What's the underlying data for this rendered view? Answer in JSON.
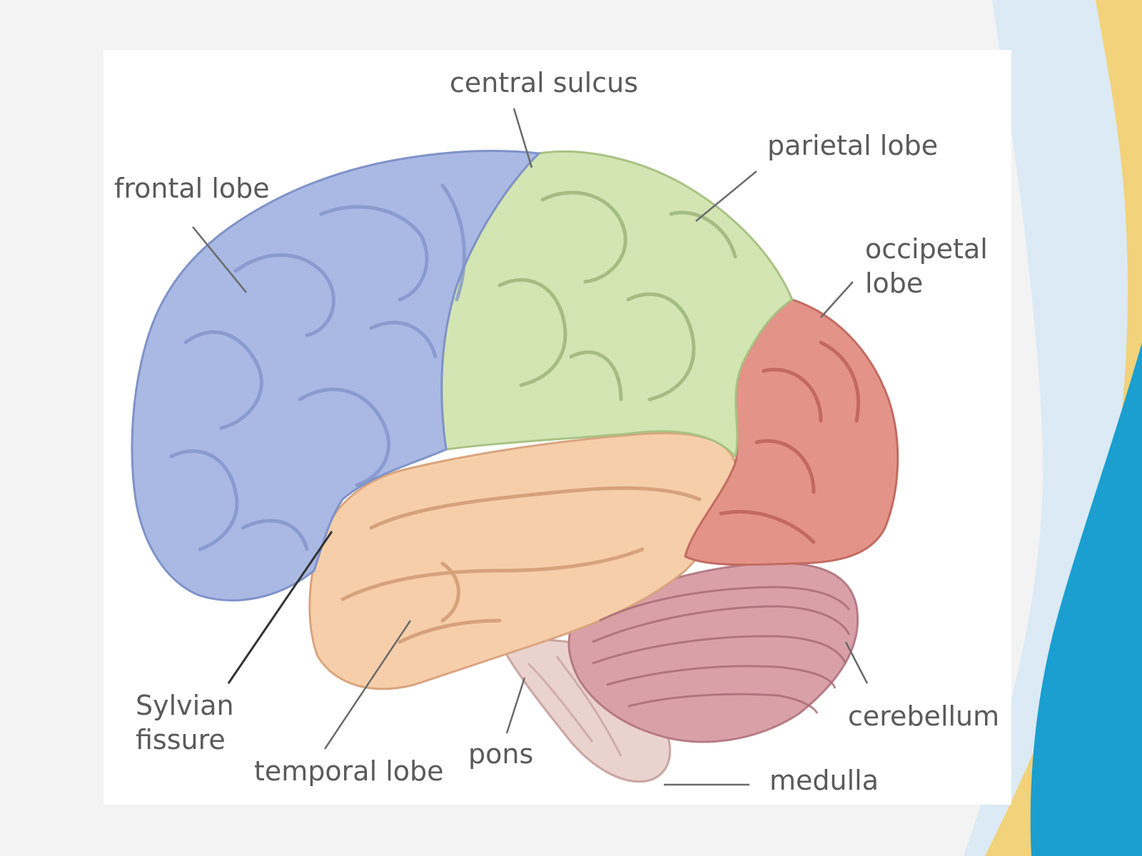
{
  "slide": {
    "colors": {
      "background": "#f3f3f3",
      "panel": "#ffffff",
      "wave_light_blue": "#dbeaf4",
      "wave_yellow": "#f2d27a",
      "wave_blue": "#1a9fd0",
      "label_text": "#5a5a5a",
      "leader_line": "#6a6a6a"
    }
  },
  "diagram": {
    "regions": [
      {
        "id": "frontal",
        "color": "#a9b9e4"
      },
      {
        "id": "parietal",
        "color": "#d3e5b3"
      },
      {
        "id": "occipital",
        "color": "#e49388"
      },
      {
        "id": "temporal",
        "color": "#f6cfaa"
      },
      {
        "id": "cerebellum",
        "color": "#d9a0a8"
      },
      {
        "id": "brainstem",
        "color": "#ead2cf"
      }
    ],
    "labels": {
      "central_sulcus": "central sulcus",
      "parietal_lobe": "parietal lobe",
      "frontal_lobe": "frontal lobe",
      "occipetal_lobe_line1": "occipetal",
      "occipetal_lobe_line2": "lobe",
      "sylvian_fissure_line1": "Sylvian",
      "sylvian_fissure_line2": "fissure",
      "temporal_lobe": "temporal lobe",
      "pons": "pons",
      "cerebellum": "cerebellum",
      "medulla": "medulla"
    }
  }
}
